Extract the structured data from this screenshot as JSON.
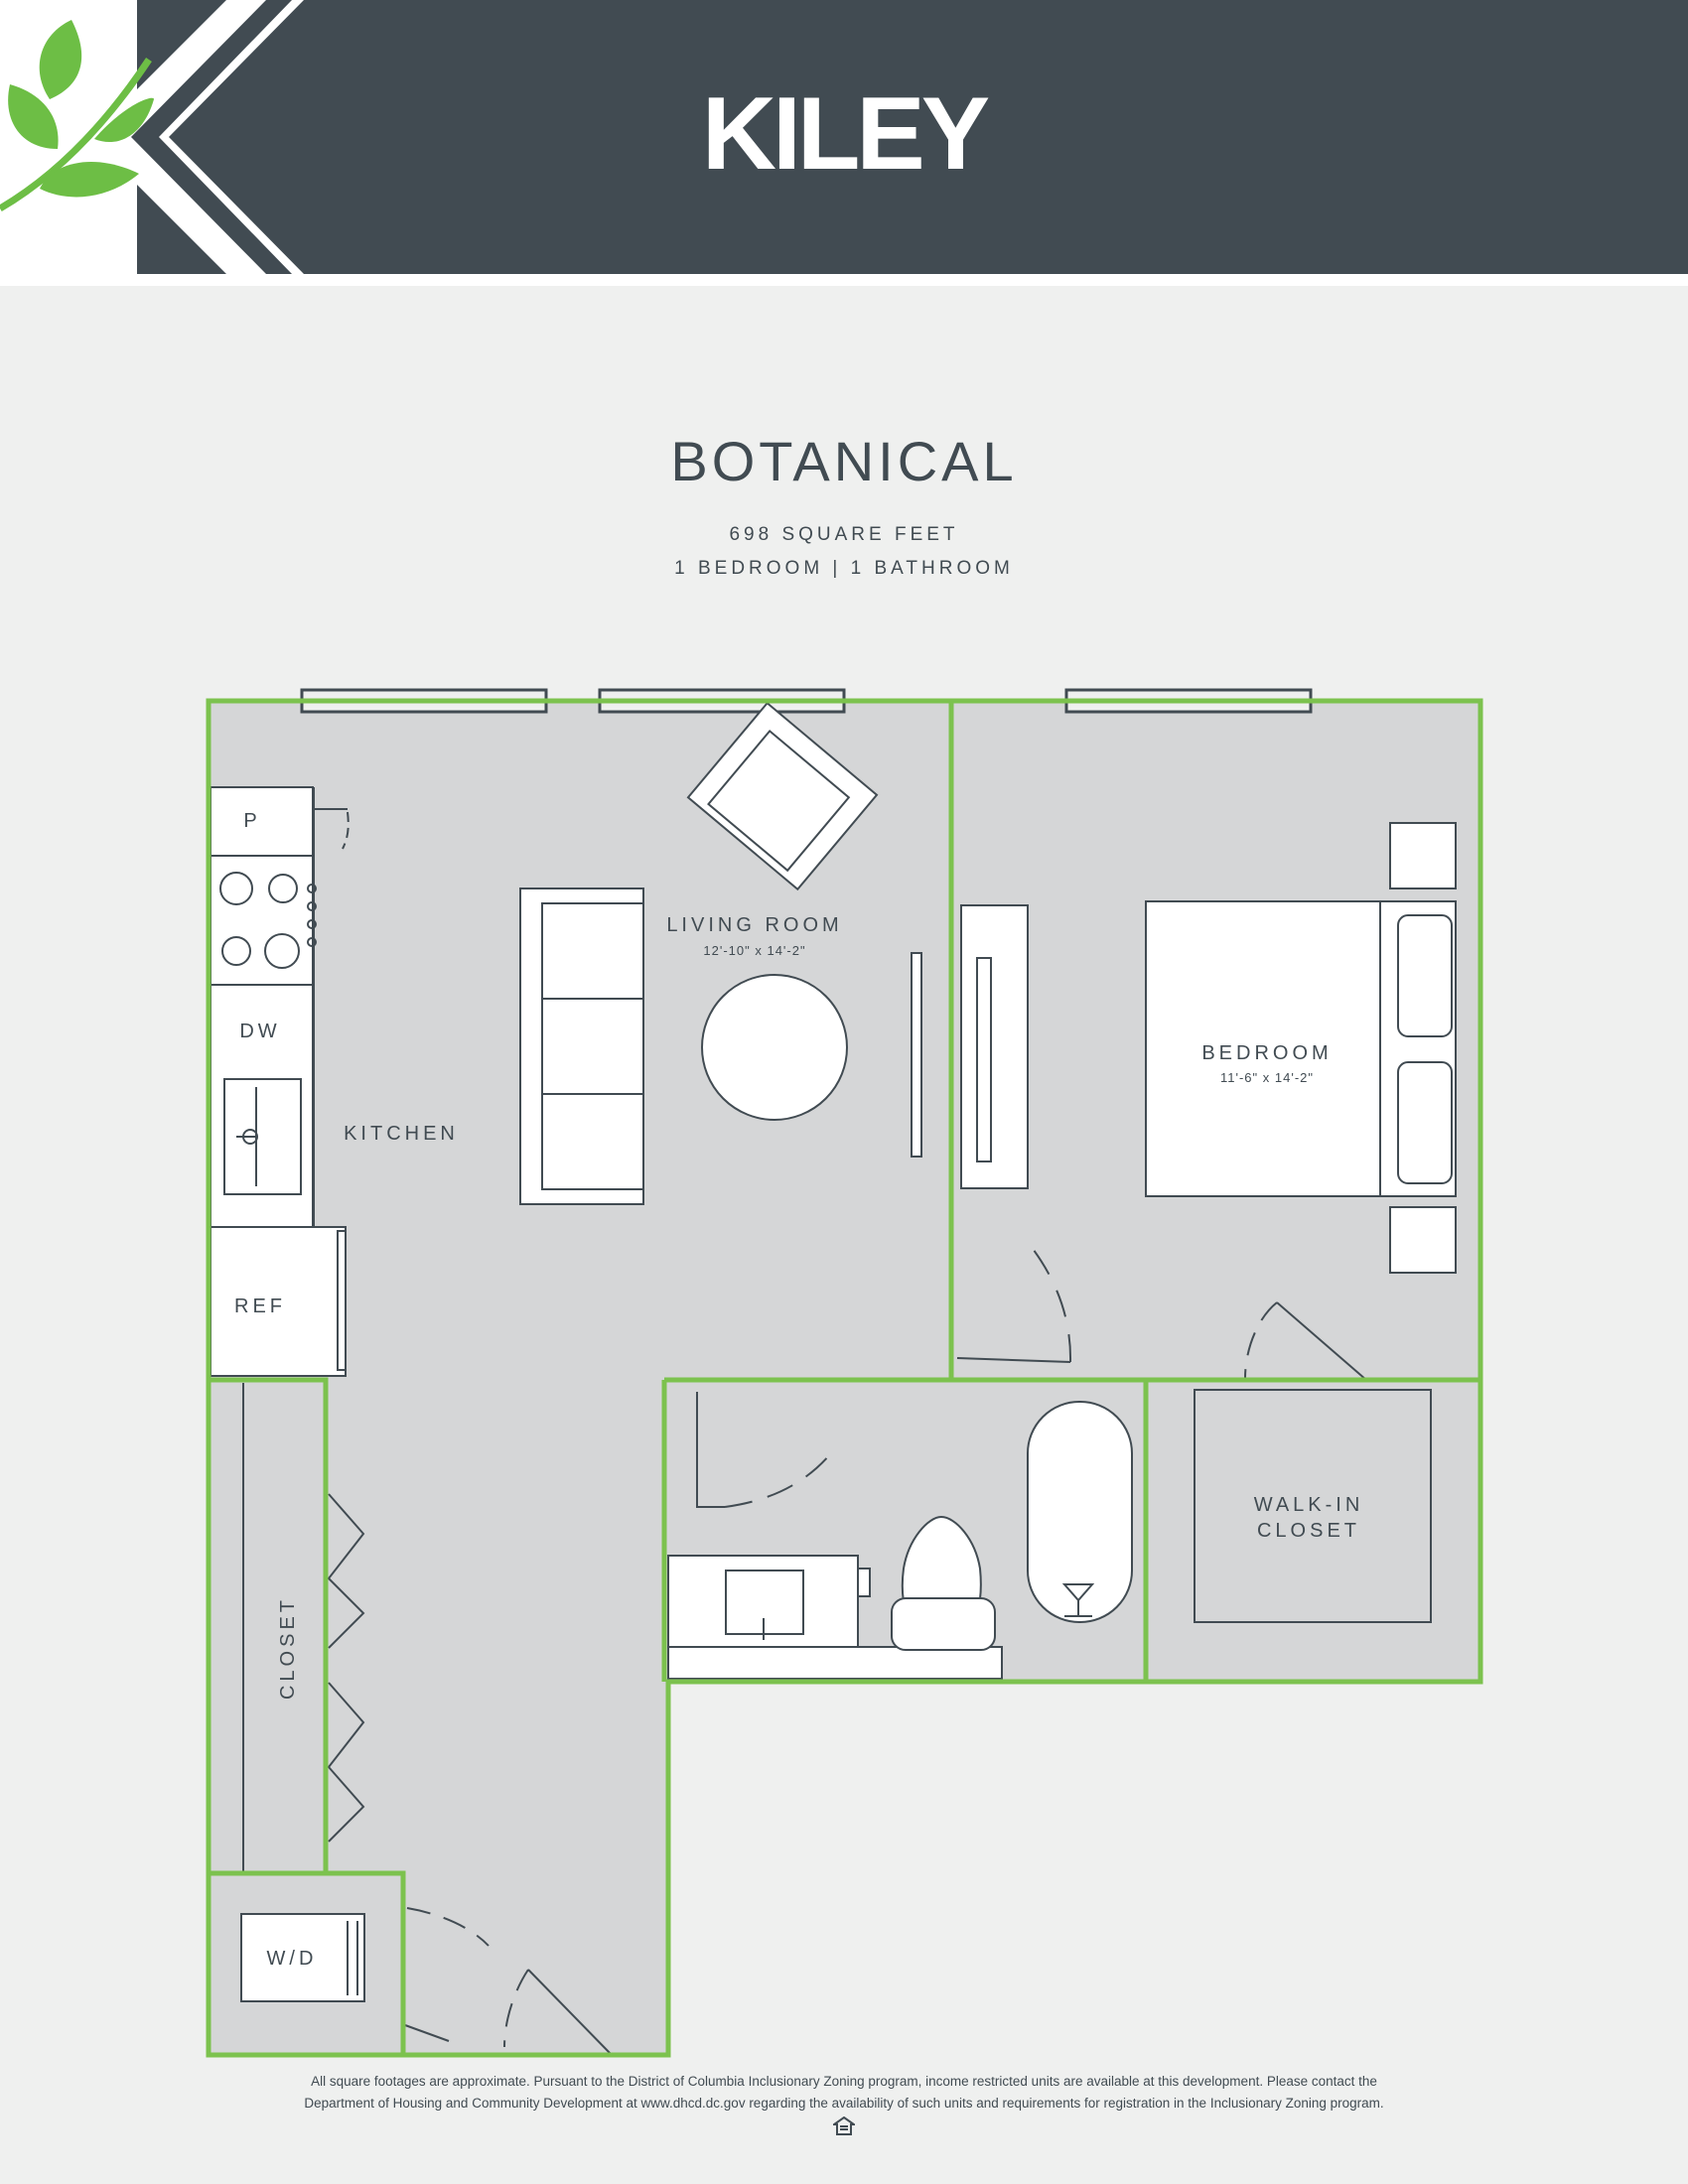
{
  "brand": {
    "name": "KILEY"
  },
  "plan": {
    "name": "BOTANICAL",
    "square_feet": "698 SQUARE FEET",
    "rooms_summary": "1 BEDROOM | 1 BATHROOM"
  },
  "rooms": {
    "living_room": {
      "label": "LIVING ROOM",
      "dimensions": "12'-10\" x 14'-2\""
    },
    "bedroom": {
      "label": "BEDROOM",
      "dimensions": "11'-6\" x 14'-2\""
    },
    "kitchen": {
      "label": "KITCHEN"
    },
    "walk_in_closet": {
      "label_line1": "WALK-IN",
      "label_line2": "CLOSET"
    },
    "closet": {
      "label": "CLOSET"
    }
  },
  "fixtures": {
    "pantry": "P",
    "dishwasher": "DW",
    "refrigerator": "REF",
    "washer_dryer": "W/D"
  },
  "footer": {
    "disclaimer_line1": "All square footages are approximate. Pursuant to the District of Columbia Inclusionary Zoning program, income restricted units are available at this development. Please contact the",
    "disclaimer_line2": "Department of Housing and Community Development at www.dhcd.dc.gov regarding the availability of such units and requirements for registration in the Inclusionary Zoning program."
  },
  "colors": {
    "header": "#414b52",
    "accent_green": "#7cc24e",
    "leaf_green": "#6dbe45",
    "floor": "#d5d6d7",
    "background": "#eff0ef",
    "line": "#414b52"
  },
  "icons": {
    "logo": "k-leaf-logo",
    "footer": "equal-housing-opportunity-icon"
  }
}
